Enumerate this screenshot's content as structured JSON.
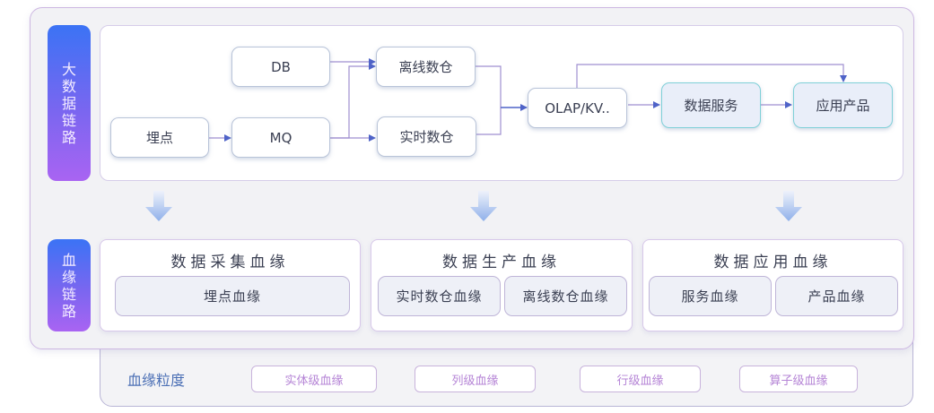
{
  "sections": {
    "big_data_chain": {
      "label": "大数据链路"
    },
    "lineage_chain": {
      "label": "血缘链路"
    }
  },
  "nodes": {
    "tracking": "埋点",
    "db": "DB",
    "mq": "MQ",
    "offline_warehouse": "离线数仓",
    "realtime_warehouse": "实时数仓",
    "olap_kv": "OLAP/KV..",
    "data_service": "数据服务",
    "app_product": "应用产品"
  },
  "lineage": {
    "collection": {
      "title": "数据采集血缘",
      "items": [
        "埋点血缘"
      ]
    },
    "production": {
      "title": "数据生产血缘",
      "items": [
        "实时数仓血缘",
        "离线数仓血缘"
      ]
    },
    "application": {
      "title": "数据应用血缘",
      "items": [
        "服务血缘",
        "产品血缘"
      ]
    }
  },
  "granularity": {
    "title": "血缘粒度",
    "levels": [
      "实体级血缘",
      "列级血缘",
      "行级血缘",
      "算子级血缘"
    ]
  },
  "colors": {
    "connector": "#9f8fd0",
    "arrowhead": "#4f63c8",
    "label_gradient_top": "#3b73f5",
    "label_gradient_bottom": "#a964f2"
  }
}
